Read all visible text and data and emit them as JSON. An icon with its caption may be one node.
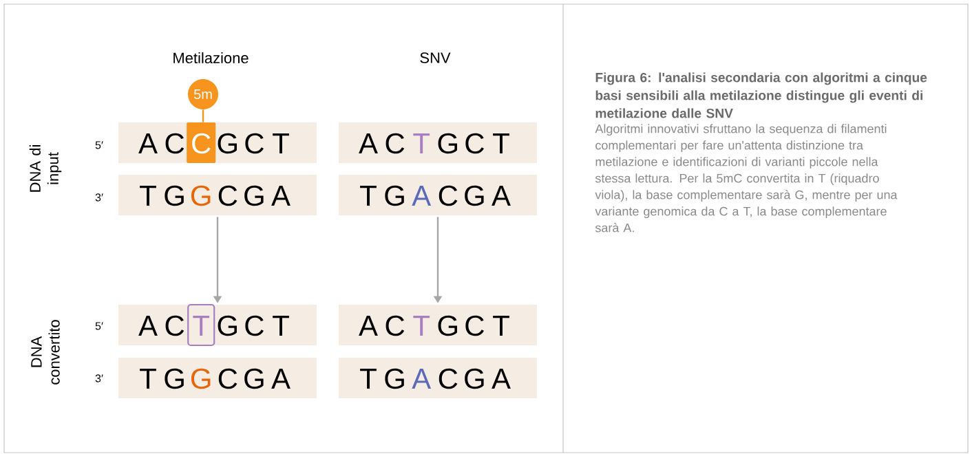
{
  "diagram": {
    "title": "Figura 6: l'analisi secondaria con algoritmi a cinque basi sensibili alla metilazione distingue gli eventi di metilazione dalle SNV",
    "caption": "Algoritmi innovativi sfruttano la sequenza di filamenti complementari per fare un'attenta distinzione tra metilazione e identificazioni di varianti piccole nella stessa lettura. Per la 5mC convertita in T (riquadro viola), la base complementare sarà G, mentre per una variante genomica da C a T, la base complementare sarà A.",
    "nodes": [
      {
        "text": [
          "5m"
        ]
      },
      {
        "text": [
          "A",
          "C",
          "C",
          "G",
          "C",
          "T"
        ]
      },
      {
        "text": [
          "A",
          "C",
          "T",
          "G",
          "C",
          "T"
        ]
      },
      {
        "text": [
          "T",
          "G",
          "G",
          "C",
          "G",
          "A"
        ]
      },
      {
        "text": [
          "T",
          "G",
          "A",
          "C",
          "G",
          "A"
        ]
      },
      {
        "text": [
          "A",
          "C",
          "T",
          "G",
          "C",
          "T"
        ]
      },
      {
        "text": [
          "A",
          "C",
          "T",
          "G",
          "C",
          "T"
        ]
      },
      {
        "text": [
          "T",
          "G",
          "G",
          "C",
          "G",
          "A"
        ]
      },
      {
        "text": [
          "T",
          "G",
          "A",
          "C",
          "G",
          "A"
        ]
      }
    ],
    "edges": [
      {
        "from": 0,
        "to": 1,
        "arrow": "none",
        "color": "#f7941d"
      },
      {
        "from": 3,
        "to": 5,
        "arrow": "to"
      },
      {
        "from": 4,
        "to": 6,
        "arrow": "to"
      }
    ],
    "labels": [
      "Metilazione",
      "SNV",
      "DNA di input",
      "5′",
      "3′",
      "DNA convertito",
      "5′",
      "3′"
    ]
  }
}
